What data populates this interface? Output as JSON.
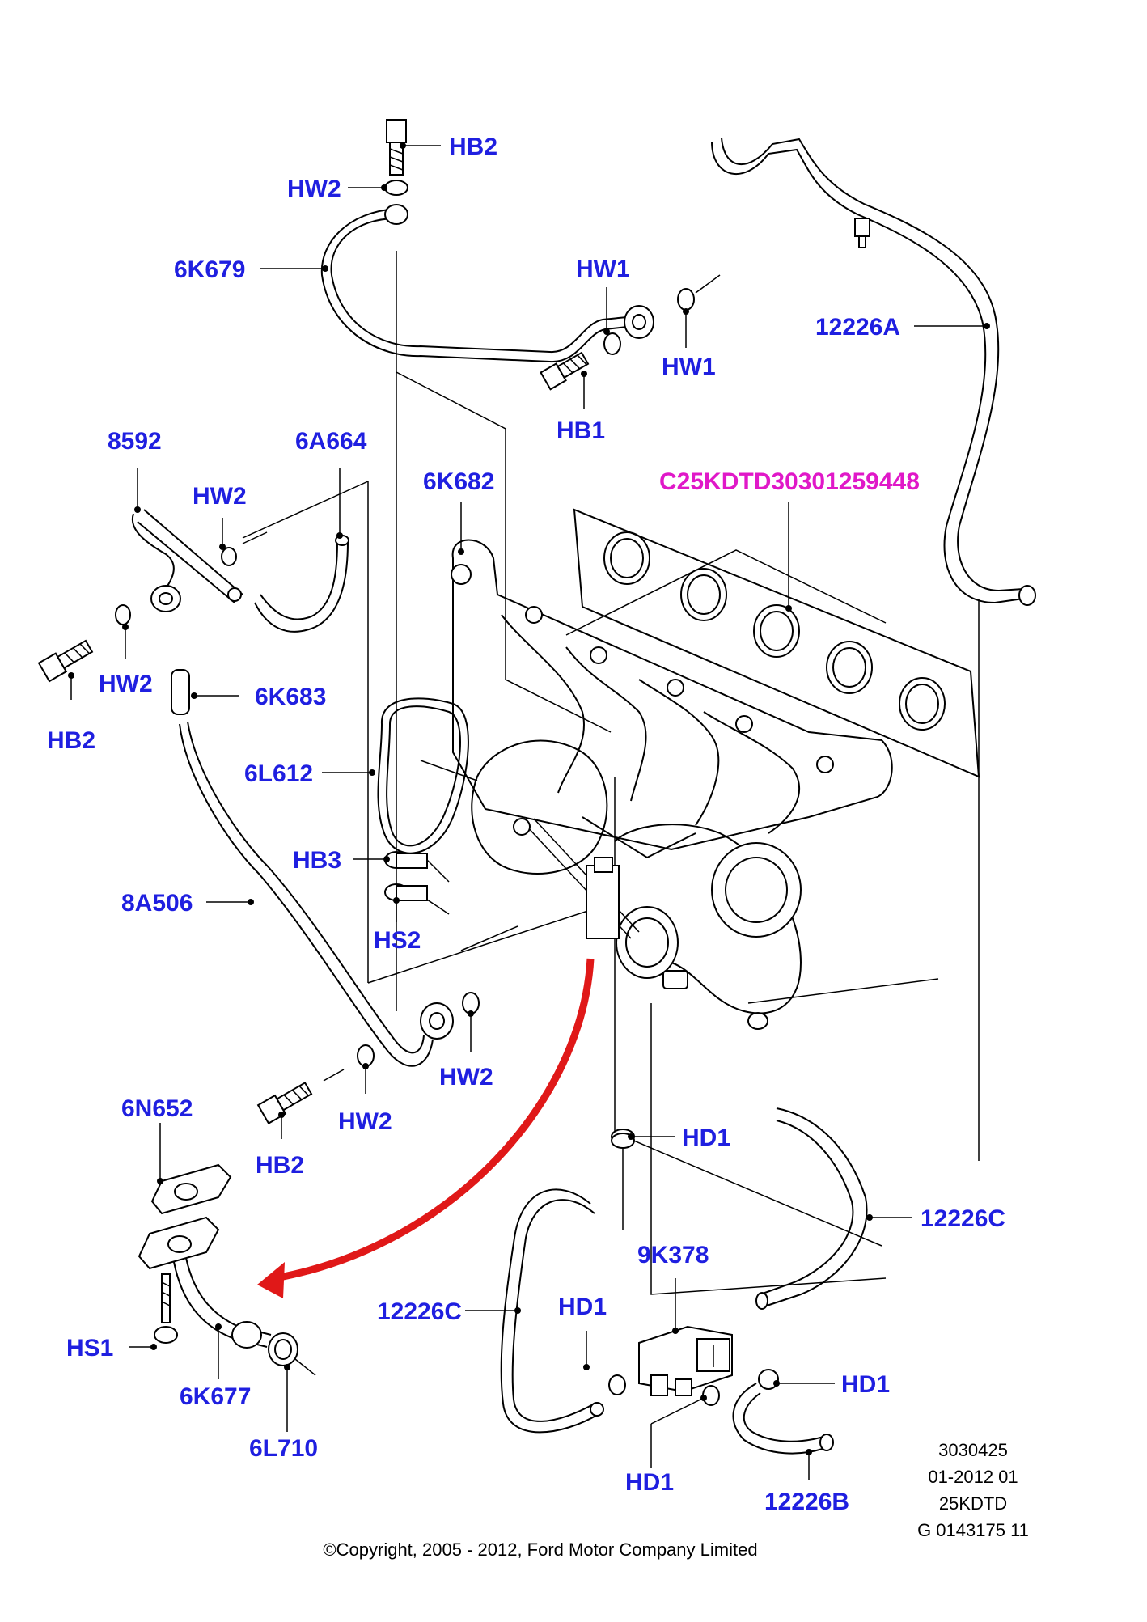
{
  "labels": {
    "hb2_top": "HB2",
    "hw2_top": "HW2",
    "p6k679": "6K679",
    "hw1_a": "HW1",
    "hw1_b": "HW1",
    "hb1": "HB1",
    "p12226a": "12226A",
    "p8592": "8592",
    "p6a664": "6A664",
    "hw2_mid": "HW2",
    "p6k682": "6K682",
    "gasket": "C25KDTD30301259448",
    "hw2_left": "HW2",
    "hb2_left": "HB2",
    "p6k683": "6K683",
    "p6l612": "6L612",
    "hb3": "HB3",
    "hs2": "HS2",
    "p8a506": "8A506",
    "hw2_low_a": "HW2",
    "hw2_low_b": "HW2",
    "hb2_low": "HB2",
    "p6n652": "6N652",
    "hd1_a": "HD1",
    "p12226c_r": "12226C",
    "p9k378": "9K378",
    "hd1_b": "HD1",
    "p12226c_l": "12226C",
    "hs1": "HS1",
    "p6k677": "6K677",
    "p6l710": "6L710",
    "hd1_c": "HD1",
    "hd1_d": "HD1",
    "p12226b": "12226B"
  },
  "reference": {
    "line1": "3030425",
    "line2": "01-2012 01",
    "line3": "25KDTD",
    "line4": "G 0143175 11"
  },
  "copyright": "©Copyright, 2005 - 2012, Ford Motor Company Limited",
  "colors": {
    "label": "#1f1fe0",
    "highlight_label": "#e018c8",
    "arrow": "#e01818"
  }
}
